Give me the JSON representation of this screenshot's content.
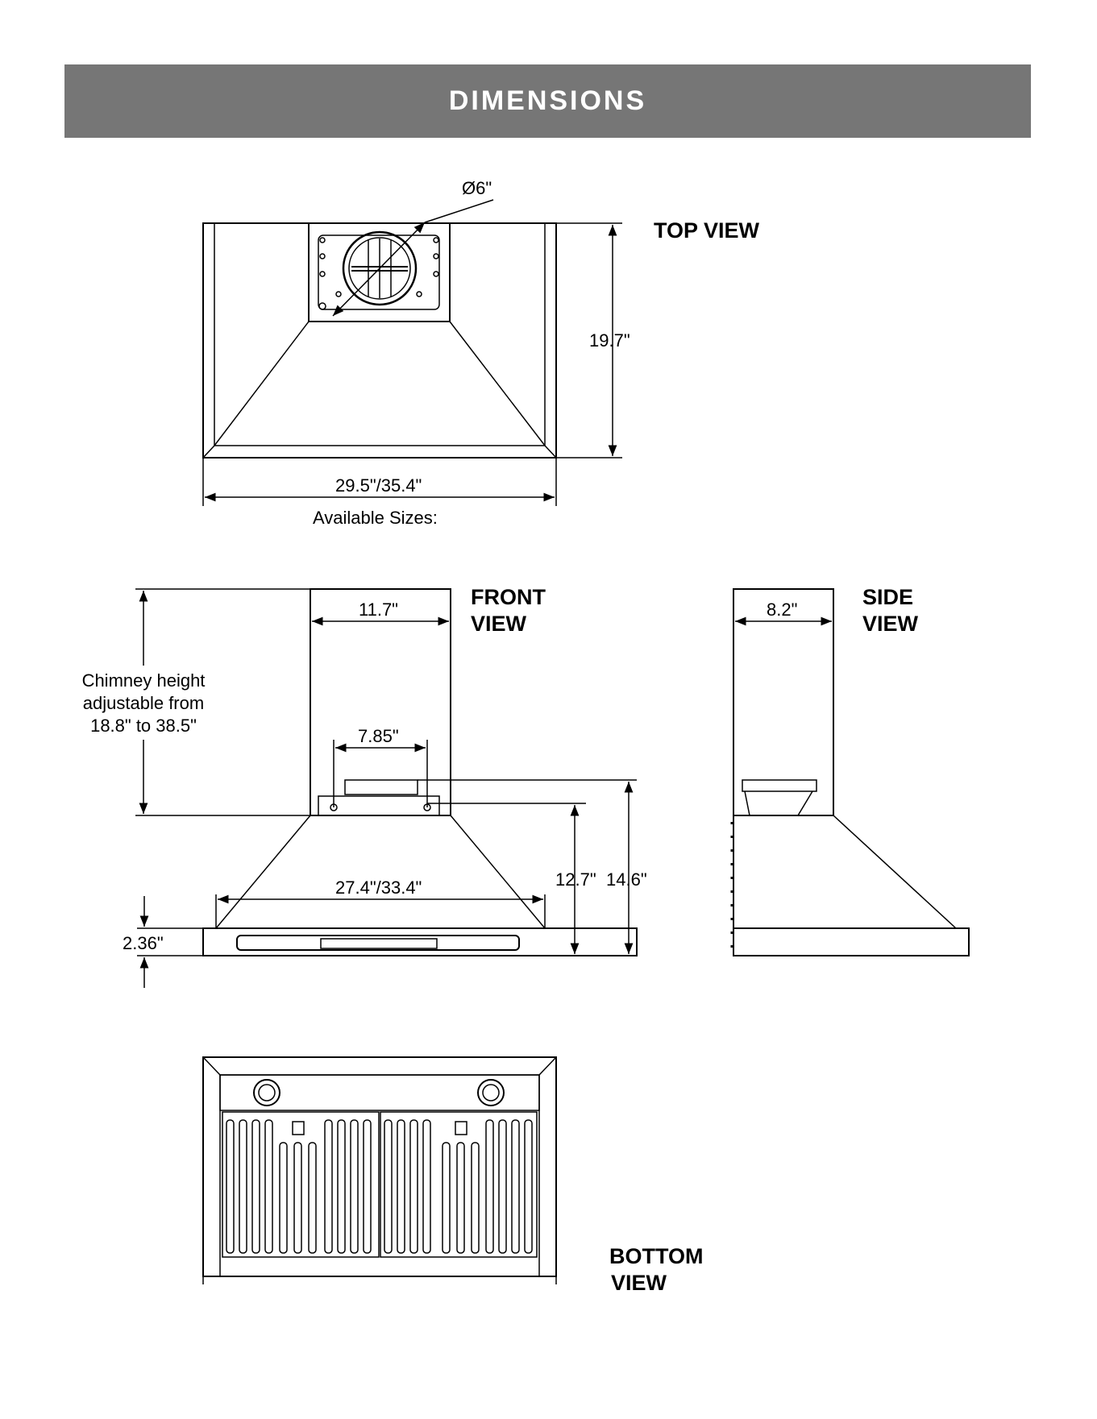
{
  "header": {
    "title": "DIMENSIONS"
  },
  "top_view": {
    "label": "TOP VIEW",
    "duct_diameter": "Ø6\"",
    "depth": "19.7\"",
    "width": "29.5\"/35.4\"",
    "sizes_note": "Available Sizes:"
  },
  "front_view": {
    "label_line1": "FRONT",
    "label_line2": "VIEW",
    "chimney_width": "11.7\"",
    "chimney_note_line1": "Chimney height",
    "chimney_note_line2": "adjustable from",
    "chimney_note_line3": "18.8\" to 38.5\"",
    "mount_spacing": "7.85\"",
    "hood_width": "27.4\"/33.4\"",
    "mount_height": "12.7\"",
    "bracket_height": "14.6\"",
    "base_height": "2.36\""
  },
  "side_view": {
    "label_line1": "SIDE",
    "label_line2": "VIEW",
    "chimney_depth": "8.2\""
  },
  "bottom_view": {
    "label_line1": "BOTTOM",
    "label_line2": "VIEW"
  },
  "colors": {
    "header_bg": "#767676",
    "header_text": "#ffffff",
    "line": "#000000"
  }
}
